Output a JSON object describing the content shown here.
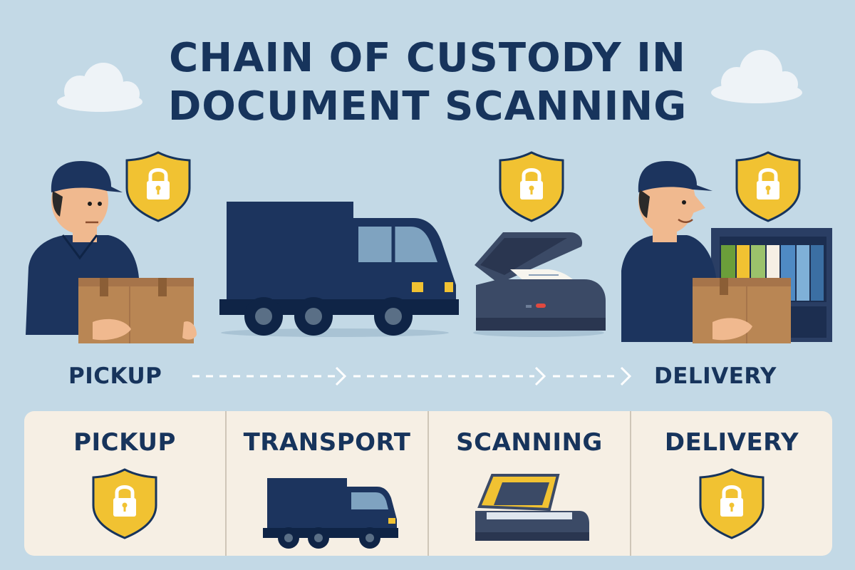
{
  "title": {
    "line1": "CHAIN OF CUSTODY IN",
    "line2": "DOCUMENT SCANNING"
  },
  "flow": {
    "start_label": "PICKUP",
    "end_label": "DELIVERY"
  },
  "steps": [
    {
      "label": "PICKUP",
      "icon": "shield-lock-icon"
    },
    {
      "label": "TRANSPORT",
      "icon": "truck-icon"
    },
    {
      "label": "SCANNING",
      "icon": "scanner-icon"
    },
    {
      "label": "DELIVERY",
      "icon": "shield-lock-icon"
    }
  ],
  "colors": {
    "background": "#c3d9e6",
    "navy": "#17345c",
    "shield": "#f1c232",
    "box": "#b98654",
    "panel": "#f6efe4"
  }
}
